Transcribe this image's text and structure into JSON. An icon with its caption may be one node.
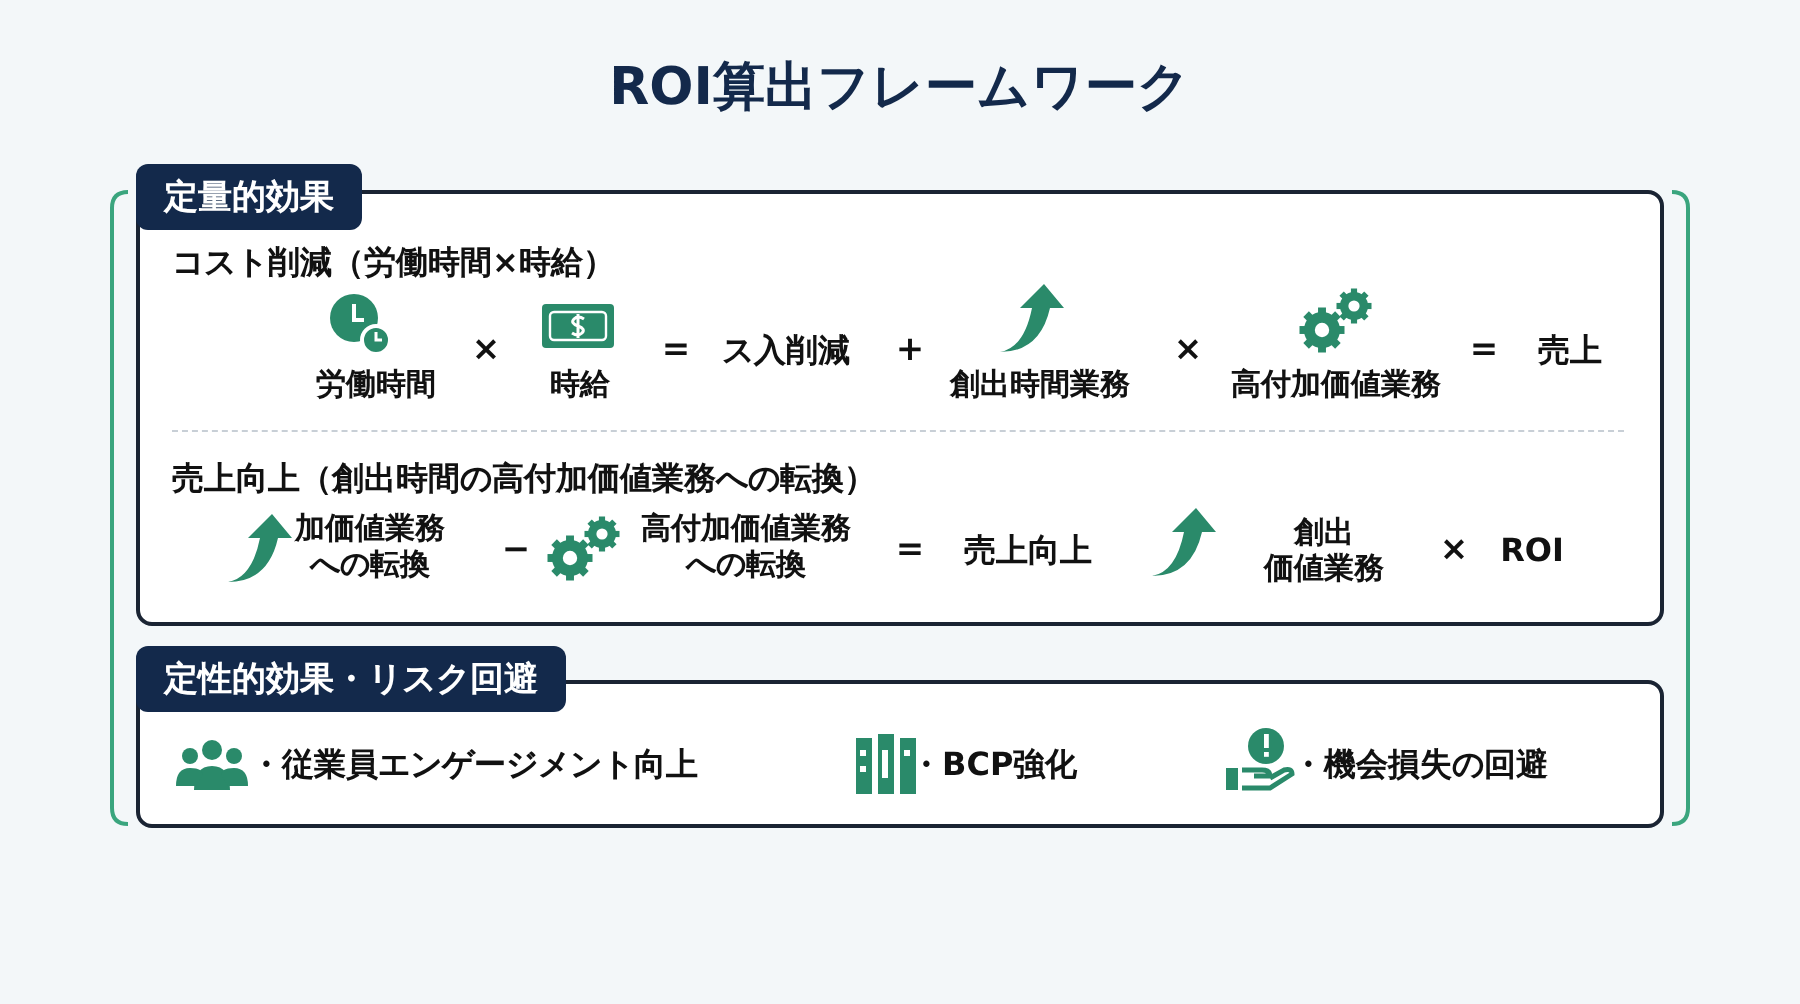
{
  "diagram": {
    "title": "ROI算出フレームワーク",
    "nodes": [
      {
        "text": [
          "定量的効果"
        ]
      },
      {
        "text": [
          "定性的効果・リスク回避"
        ]
      }
    ],
    "labels": [
      "コスト削減（労働時間×時給）",
      "労働時間",
      "×",
      "時給",
      "=",
      "ス入削減",
      "+",
      "創出時間業務",
      "×",
      "高付加価値業務",
      "=",
      "売上",
      "売上向上（創出時間の高付加価値業務への転換）",
      "加価値業務への転換",
      "−",
      "高付加価値業務への転換",
      "=",
      "売上向上",
      "創出価値業務",
      "×",
      "ROI",
      "・従業員エンゲージメント向上",
      "・BCP強化",
      "・機会損失の回避"
    ]
  }
}
